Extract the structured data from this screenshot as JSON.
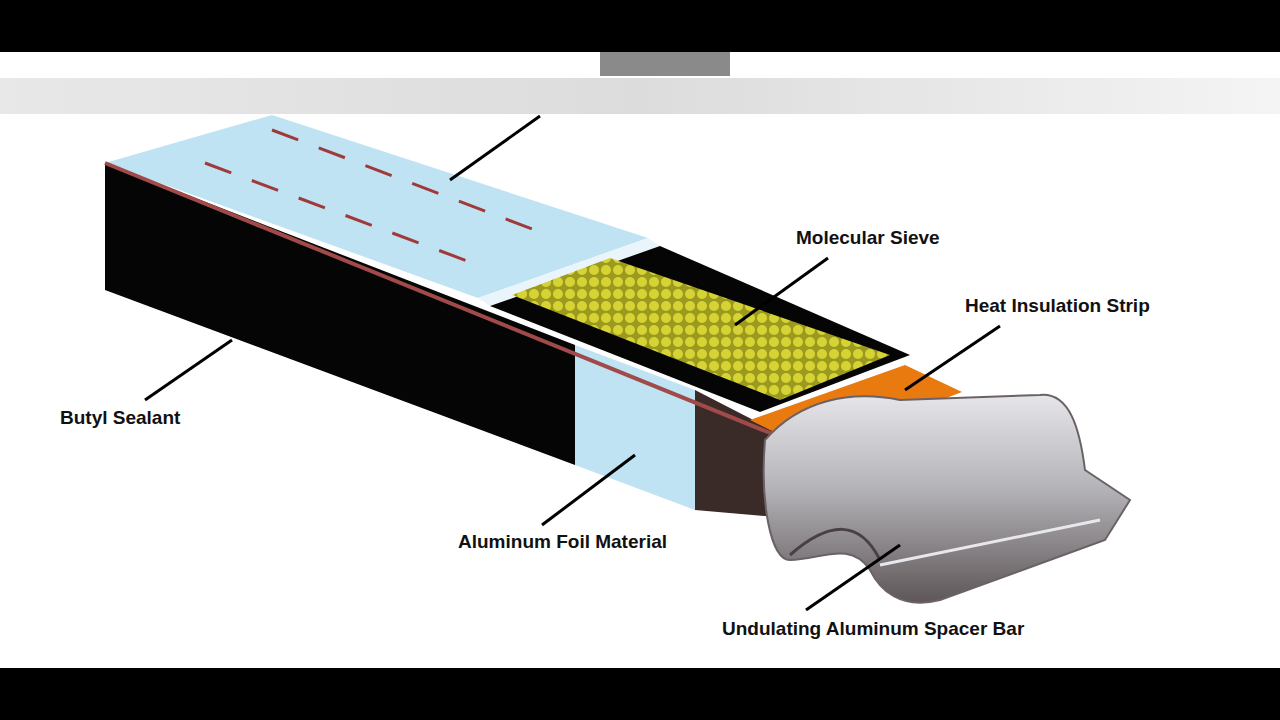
{
  "diagram": {
    "labels": [
      "Molecular Sieve",
      "Heat Insulation Strip",
      "Butyl Sealant",
      "Aluminum Foil Material",
      "Undulating Aluminum Spacer Bar"
    ]
  }
}
